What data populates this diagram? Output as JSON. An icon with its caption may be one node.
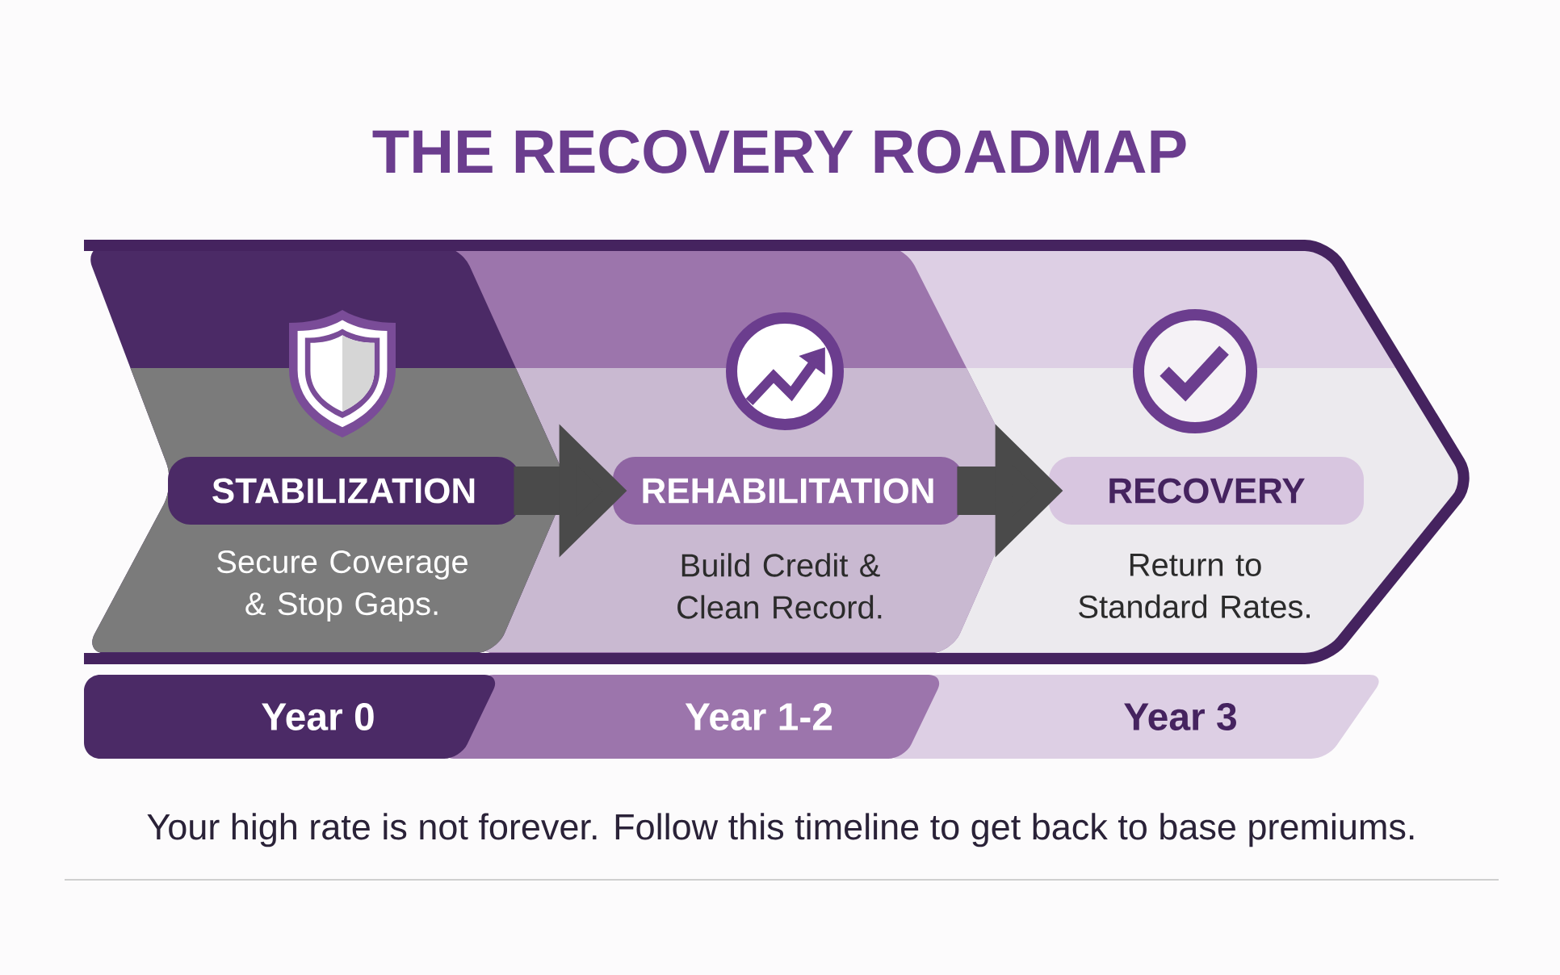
{
  "diagram": {
    "title": "THE RECOVERY ROADMAP",
    "caption": "Your high rate is not forever. Follow this timeline to get back to base premiums.",
    "nodes": [
      {
        "text": [
          "Secure Coverage & Stop Gaps."
        ]
      },
      {
        "text": [
          "STABILIZATION"
        ],
        "in": 0
      },
      {
        "text": [
          "Build Credit & Clean Record."
        ]
      },
      {
        "text": [
          "REHABILITATION"
        ],
        "in": 2
      },
      {
        "text": [
          "Return to Standard Rates."
        ]
      },
      {
        "text": [
          "RECOVERY"
        ],
        "in": 4
      },
      {
        "text": [
          "Year 0"
        ]
      },
      {
        "text": [
          "Year 1-2"
        ]
      },
      {
        "text": [
          "Year 3"
        ]
      }
    ],
    "edges": [
      {
        "from": 1,
        "to": 3,
        "arrow": "to"
      },
      {
        "from": 3,
        "to": 5,
        "arrow": "to"
      }
    ]
  }
}
